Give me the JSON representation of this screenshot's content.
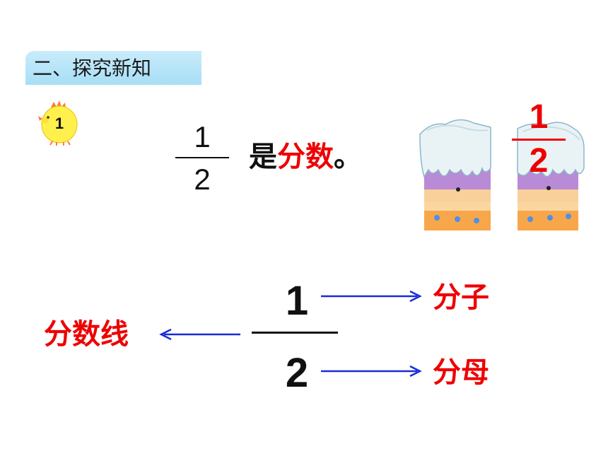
{
  "section": {
    "title": "二、探究新知"
  },
  "example": {
    "number": "1"
  },
  "statement": {
    "fraction_numerator": "1",
    "fraction_denominator": "2",
    "prefix": "是",
    "highlight": "分数",
    "suffix": "。"
  },
  "cake_fraction": {
    "numerator": "1",
    "denominator": "2"
  },
  "diagram": {
    "numerator": "1",
    "denominator": "2",
    "numerator_label": "分子",
    "denominator_label": "分母",
    "line_label": "分数线"
  },
  "colors": {
    "highlight": "#ee0000",
    "arrow": "#1a2bd6",
    "title_bg": "#b3e2f7",
    "text": "#111111"
  }
}
